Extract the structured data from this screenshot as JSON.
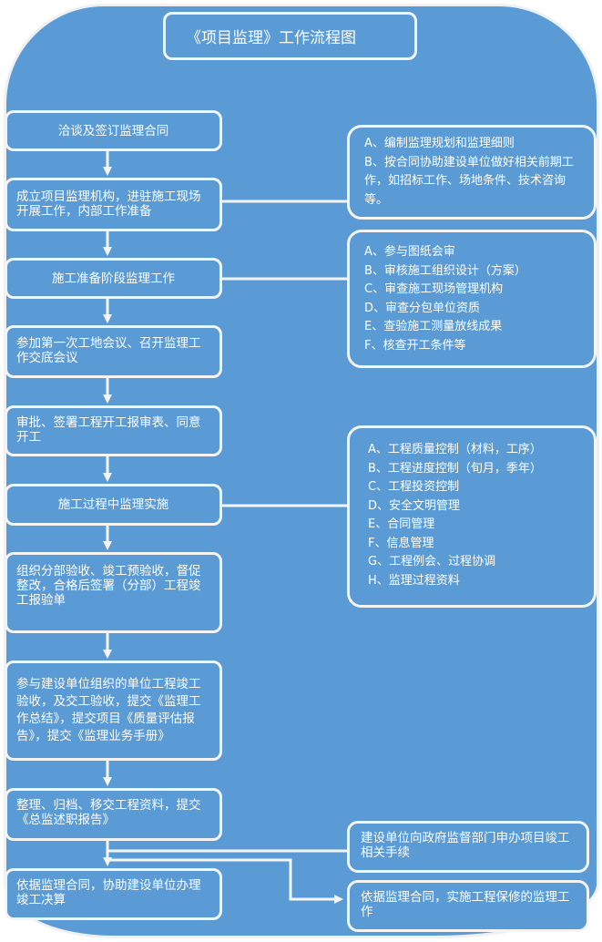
{
  "title": "《项目监理》工作流程图",
  "colors": {
    "fill": "#5b9bd5",
    "stroke": "#f4f4f4",
    "text": "#ffffff"
  },
  "steps": [
    "洽谈及签订监理合同",
    "成立项目监理机构，进驻施工现场开展工作，内部工作准备",
    "施工准备阶段监理工作",
    "参加第一次工地会议、召开监理工作交底会议",
    "审批、签署工程开工报审表、同意开工",
    "施工过程中监理实施",
    "组织分部验收、竣工预验收，督促整改，合格后签署（分部）工程竣工报验单",
    "参与建设单位组织的单位工程竣工验收，及交工验收，提交《监理工作总结》，提交项目《质量评估报告》，提交《监理业务手册》",
    "整理、归档、移交工程资料，提交《总监述职报告》",
    "依据监理合同，协助建设单位办理竣工决算"
  ],
  "side_boxes": {
    "planning": [
      "A、编制监理规划和监理细则",
      "B、按合同协助建设单位做好相关前期工作，如招标工作、场地条件、技术咨询等。"
    ],
    "preparation": [
      "A、参与图纸会审",
      "B、审核施工组织设计（方案）",
      "C、审查施工现场管理机构",
      "D、审查分包单位资质",
      "E、查验施工测量放线成果",
      "F、核查开工条件等"
    ],
    "construction": [
      "A、工程质量控制（材料，工序）",
      "B、工程进度控制（旬月，季年）",
      "C、工程投资控制",
      "D、安全文明管理",
      "E、合同管理",
      "F、信息管理",
      "G、工程例会、过程协调",
      "H、监理过程资料"
    ],
    "handover": "建设单位向政府监督部门申办项目竣工相关手续",
    "warranty": "依据监理合同，实施工程保修的监理工作"
  }
}
